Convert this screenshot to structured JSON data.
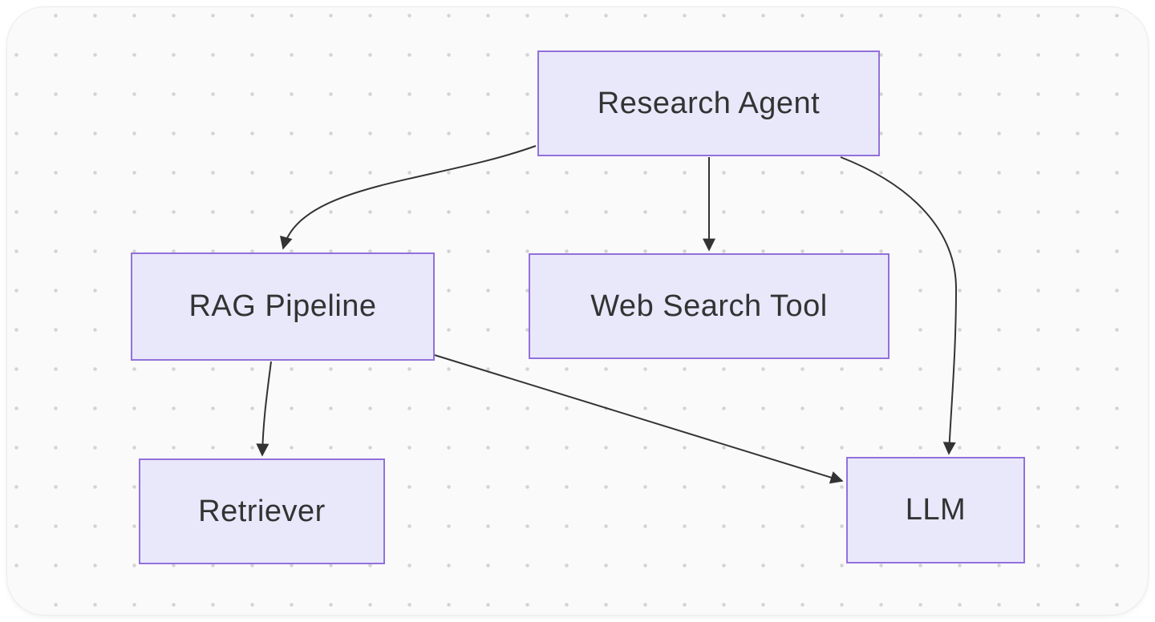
{
  "diagram": {
    "type": "flowchart",
    "direction": "top-down",
    "nodes": [
      {
        "id": "research-agent",
        "label": "Research Agent"
      },
      {
        "id": "rag-pipeline",
        "label": "RAG Pipeline"
      },
      {
        "id": "web-search-tool",
        "label": "Web Search Tool"
      },
      {
        "id": "retriever",
        "label": "Retriever"
      },
      {
        "id": "llm",
        "label": "LLM"
      }
    ],
    "edges": [
      {
        "from": "research-agent",
        "to": "rag-pipeline"
      },
      {
        "from": "research-agent",
        "to": "web-search-tool"
      },
      {
        "from": "research-agent",
        "to": "llm"
      },
      {
        "from": "rag-pipeline",
        "to": "retriever"
      },
      {
        "from": "rag-pipeline",
        "to": "llm"
      }
    ],
    "colors": {
      "node_fill": "#E9E8FB",
      "node_border": "#9370DB",
      "edge": "#333333",
      "text": "#333333",
      "canvas_bg": "#FAFAFA",
      "dot": "#D3D3D3"
    }
  }
}
